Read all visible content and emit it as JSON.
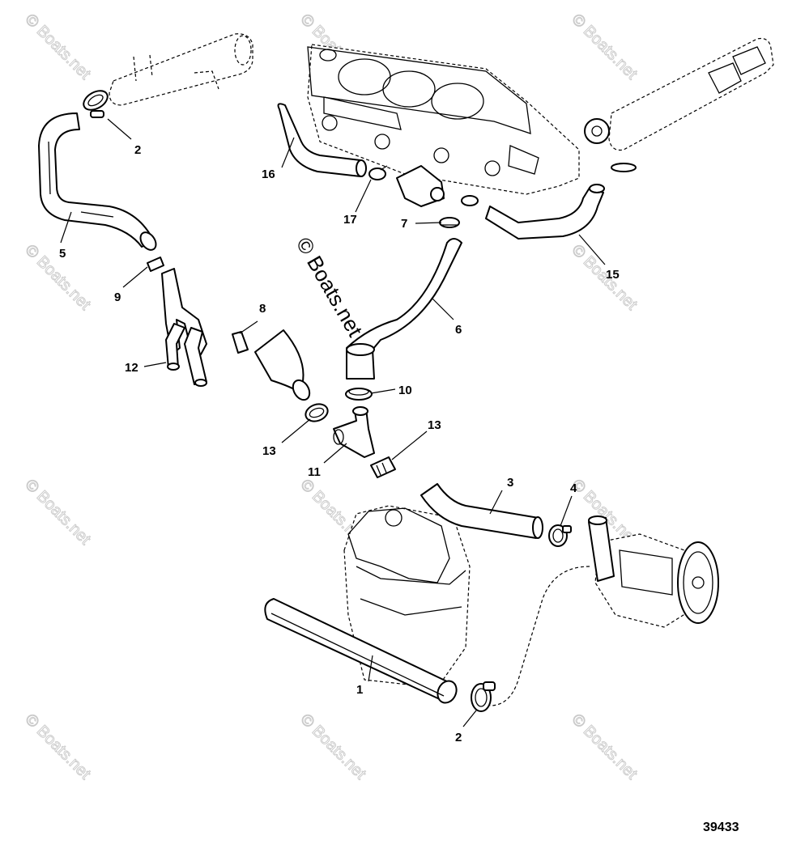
{
  "watermark": {
    "text": "© Boats.net"
  },
  "center_watermark": {
    "text": "© Boats.net"
  },
  "figure_number": "39433",
  "callouts": {
    "c1": "1",
    "c2a": "2",
    "c2b": "2",
    "c3": "3",
    "c4": "4",
    "c5": "5",
    "c6": "6",
    "c7": "7",
    "c8": "8",
    "c9": "9",
    "c10": "10",
    "c11": "11",
    "c12": "12",
    "c13a": "13",
    "c13b": "13",
    "c15": "15",
    "c16": "16",
    "c17": "17"
  }
}
